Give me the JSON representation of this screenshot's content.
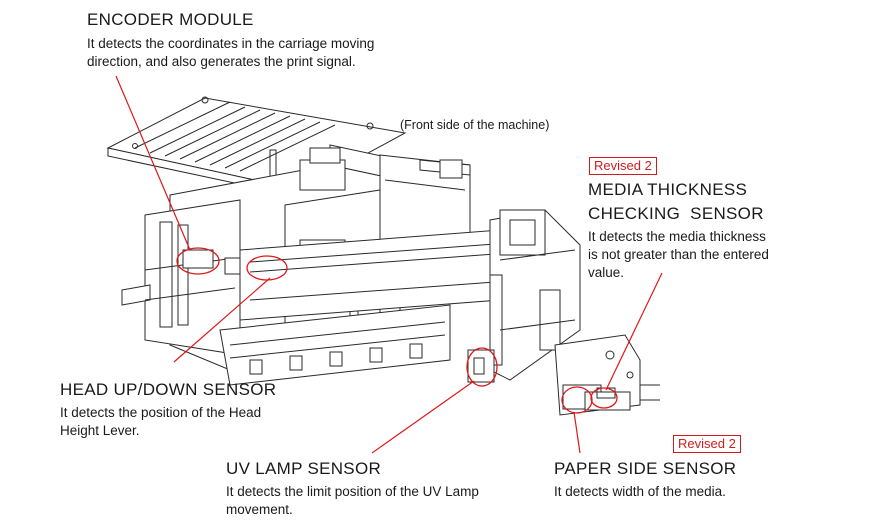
{
  "front_side_note": "(Front side of the machine)",
  "callouts": {
    "encoder": {
      "title": "ENCODER MODULE",
      "description": "It detects the coordinates in the carriage moving\ndirection, and also generates the print signal."
    },
    "media_thickness": {
      "badge": "Revised 2",
      "title_line1": "MEDIA THICKNESS",
      "title_line2": "CHECKING  SENSOR",
      "description": "It detects the media thickness\nis not greater than the entered\nvalue."
    },
    "head_updown": {
      "title": "HEAD UP/DOWN SENSOR",
      "description": "It detects the position of the Head\nHeight Lever."
    },
    "uv_lamp": {
      "title": "UV LAMP SENSOR",
      "description": "It detects the limit position of the UV Lamp\nmovement."
    },
    "paper_side": {
      "badge": "Revised 2",
      "title": "PAPER SIDE SENSOR",
      "description": "It detects width of the media."
    }
  },
  "colors": {
    "leader_line": "#e01818",
    "badge": "#d01c1c",
    "drawing_stroke": "#2a2a2a"
  }
}
